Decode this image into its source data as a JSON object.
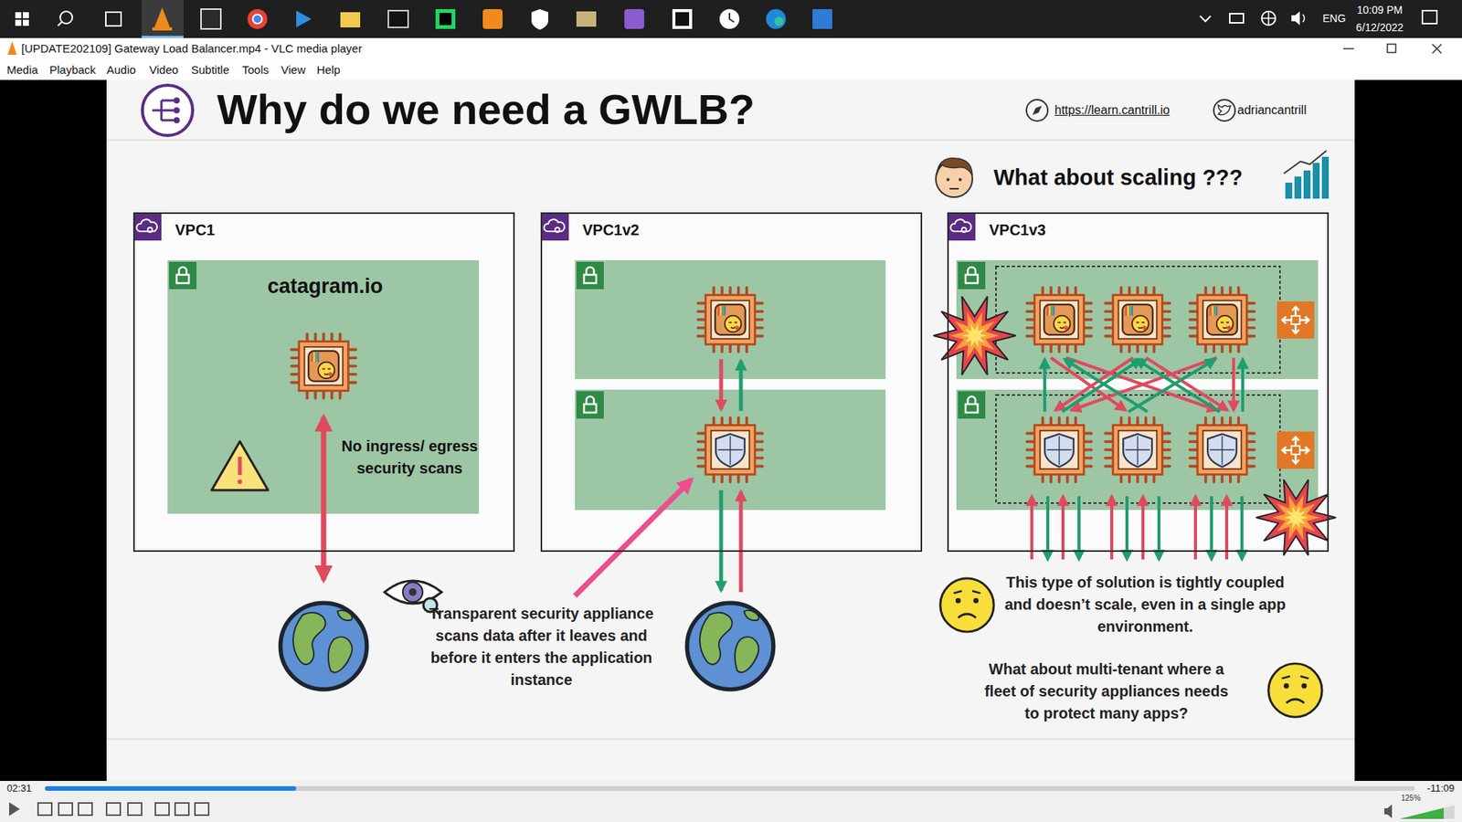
{
  "diagram": {
    "title": "Why do we need a GWLB?",
    "nodes": [
      {
        "text": [
          "VPC1"
        ]
      },
      {
        "text": [
          "catagram.io",
          "No ingress/ egress security scans"
        ],
        "in": 0
      },
      {
        "text": [
          "VPC1v2"
        ]
      },
      {
        "text": [
          "VPC1v3"
        ]
      }
    ],
    "labels": [
      "ENG",
      "10:09 PM",
      "6/12/2022",
      "[UPDATE202109] Gateway Load Balancer.mp4 - VLC media player",
      "Media",
      "Playback",
      "Audio",
      "Video",
      "Subtitle",
      "Tools",
      "View",
      "Help",
      "https://learn.cantrill.io",
      "adriancantrill",
      "What about scaling ???",
      "Transparent security appliance scans data after it leaves and before it enters the application instance",
      "This type of solution is tightly coupled and doesn’t scale, even in a single app environment.",
      "What about multi-tenant where a fleet of security appliances needs to protect many apps?",
      "02:31",
      "-11:09",
      "125%"
    ]
  }
}
